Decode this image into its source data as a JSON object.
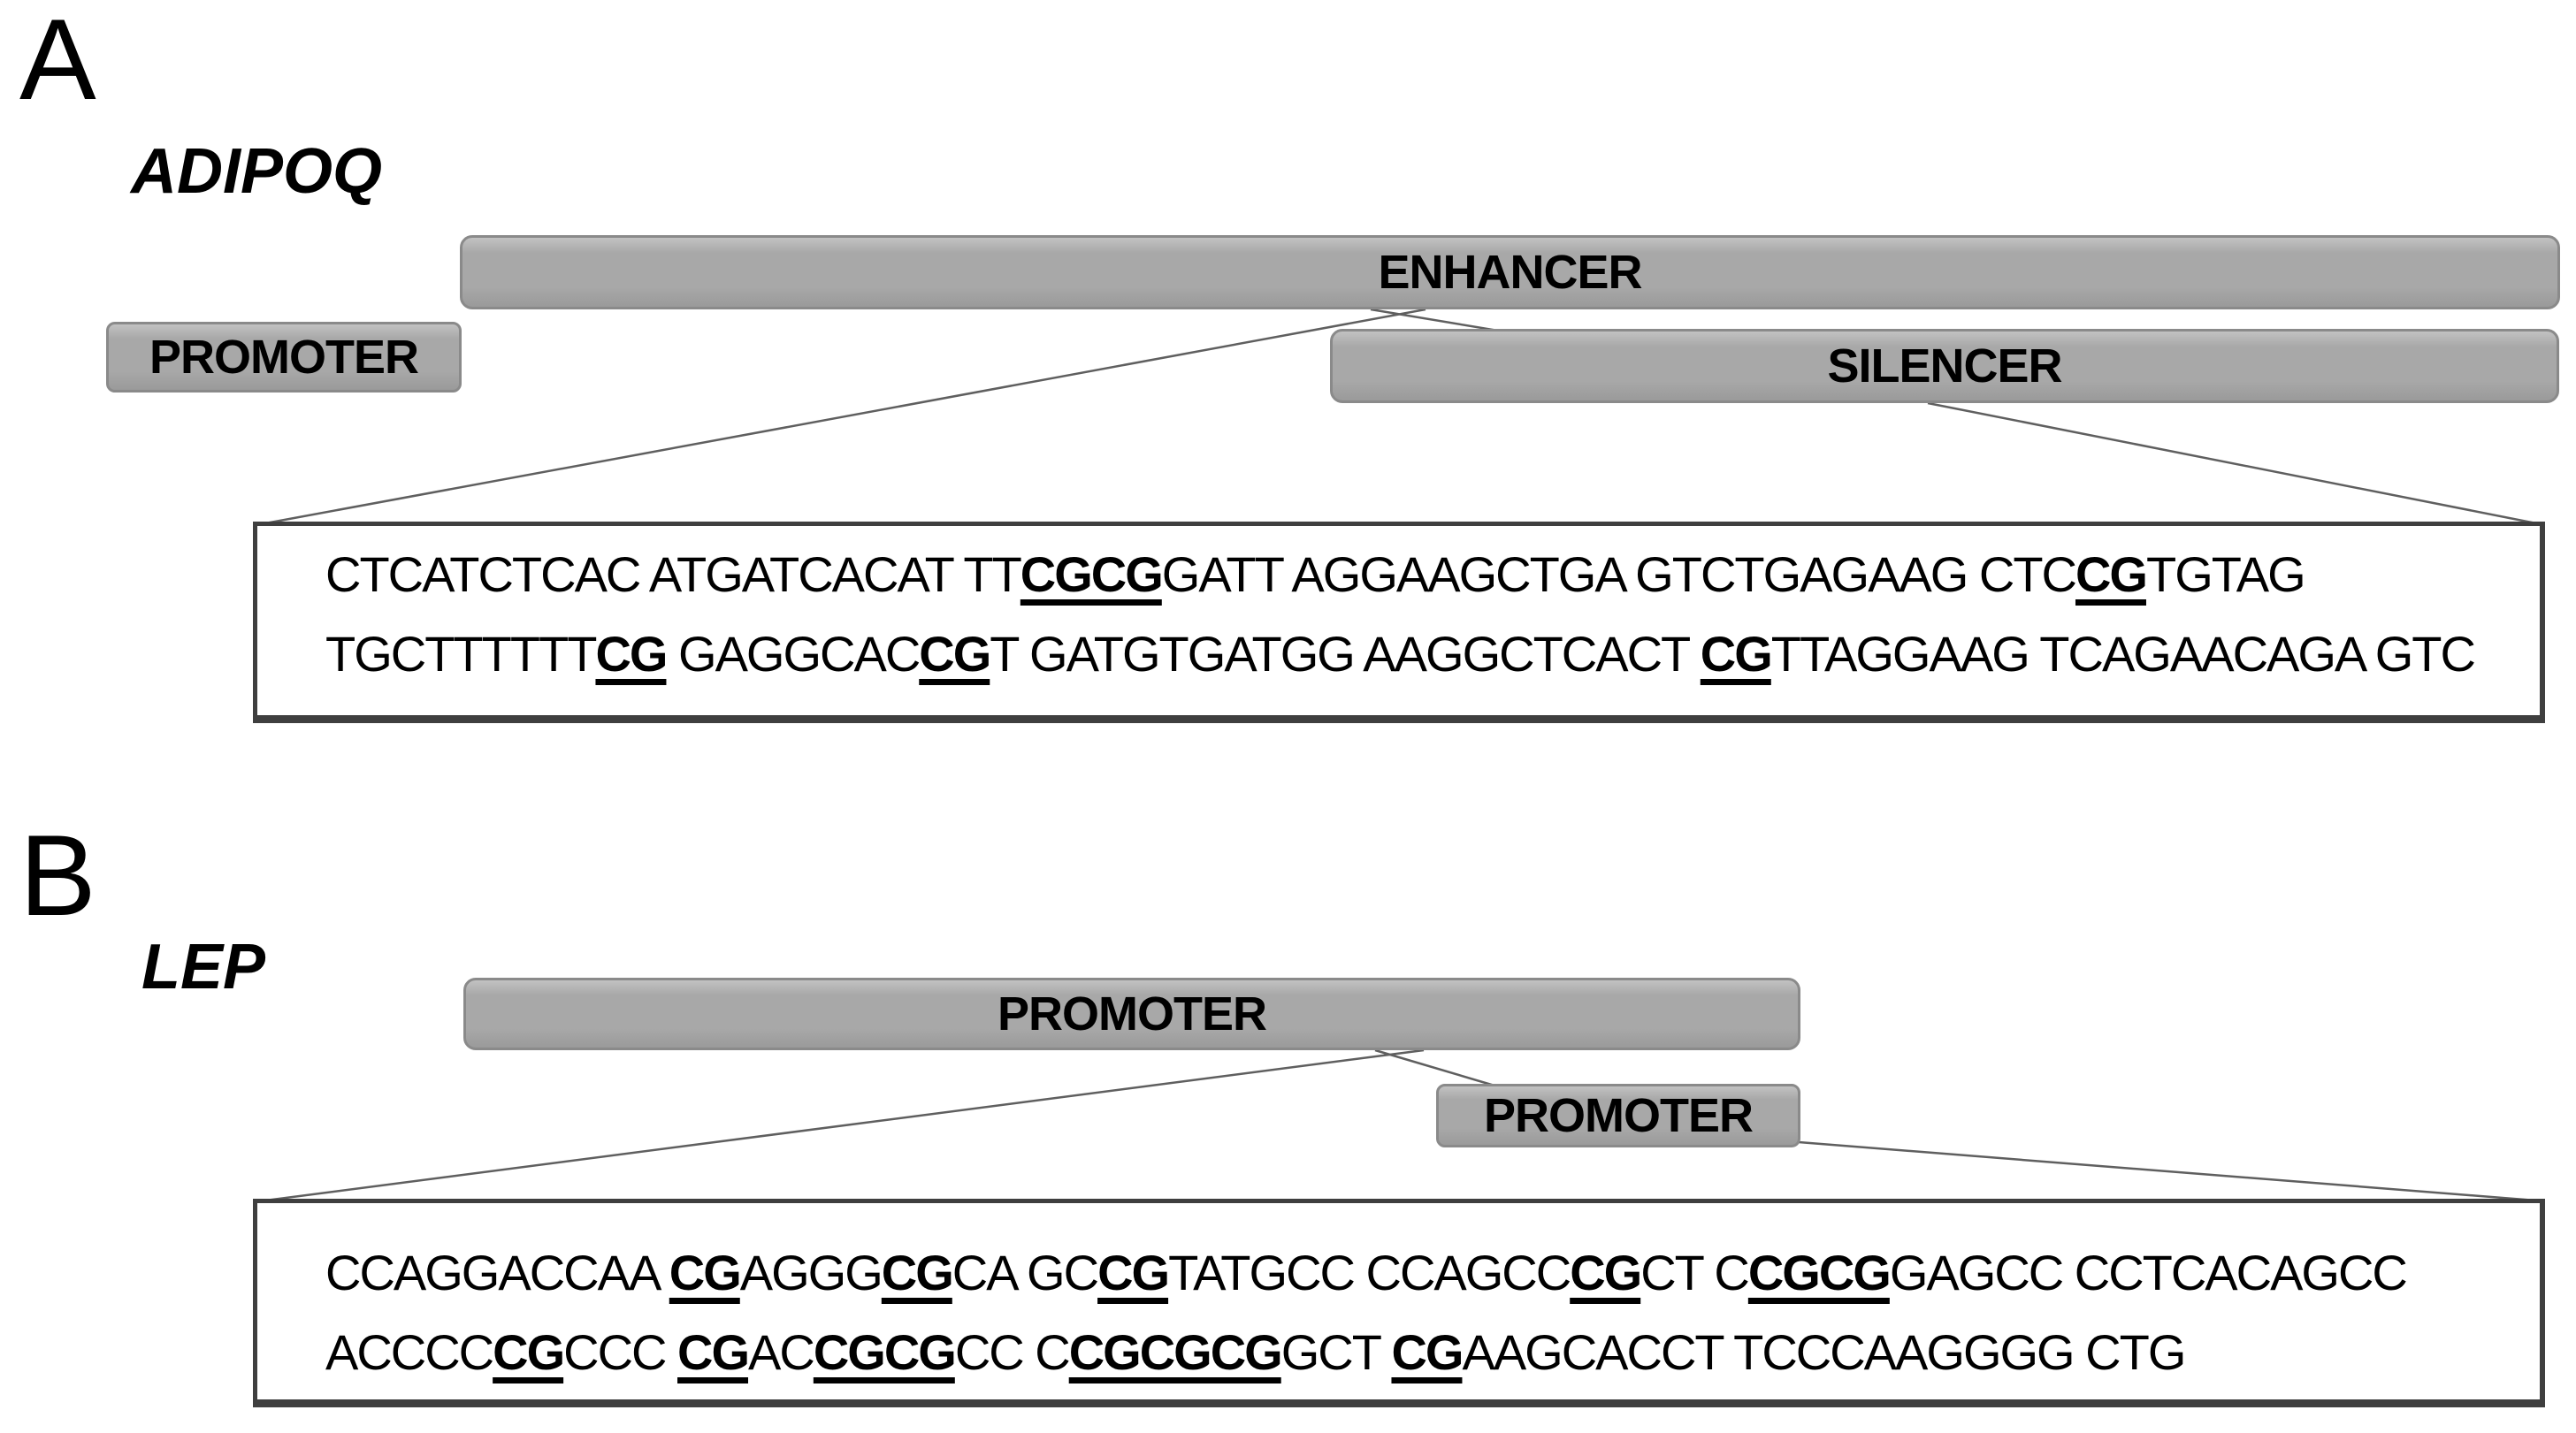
{
  "figure": {
    "panels": [
      {
        "panel_label": "A",
        "gene": "ADIPOQ",
        "regions": {
          "enhancer": "ENHANCER",
          "promoter": "PROMOTER",
          "silencer": "SILENCER"
        },
        "sequence_lines": [
          [
            {
              "t": "CTCATCTCAC ATGATCACAT TT"
            },
            {
              "t": "CGCG",
              "cg": true
            },
            {
              "t": "GATT AGGAAGCTGA GTCTGAGAAG CTC"
            },
            {
              "t": "CG",
              "cg": true
            },
            {
              "t": "TGTAG"
            }
          ],
          [
            {
              "t": "TGCTTTTTT"
            },
            {
              "t": "CG",
              "cg": true
            },
            {
              "t": " GAGGCAC"
            },
            {
              "t": "CG",
              "cg": true
            },
            {
              "t": "T GATGTGATGG AAGGCTCACT "
            },
            {
              "t": "CG",
              "cg": true
            },
            {
              "t": "TTAGGAAG TCAGAACAGA GTC"
            }
          ]
        ]
      },
      {
        "panel_label": "B",
        "gene": "LEP",
        "regions": {
          "promoter_main": "PROMOTER",
          "promoter_proximal": "PROMOTER"
        },
        "sequence_lines": [
          [
            {
              "t": "CCAGGACCAA "
            },
            {
              "t": "CG",
              "cg": true
            },
            {
              "t": "AGGG"
            },
            {
              "t": "CG",
              "cg": true
            },
            {
              "t": "CA GC"
            },
            {
              "t": "CG",
              "cg": true
            },
            {
              "t": "TATGCC CCAGCC"
            },
            {
              "t": "CG",
              "cg": true
            },
            {
              "t": "CT C"
            },
            {
              "t": "CGCG",
              "cg": true
            },
            {
              "t": "GAGCC CCTCACAGCC"
            }
          ],
          [
            {
              "t": "ACCCC"
            },
            {
              "t": "CG",
              "cg": true
            },
            {
              "t": "CCC "
            },
            {
              "t": "CG",
              "cg": true
            },
            {
              "t": "AC"
            },
            {
              "t": "CGCG",
              "cg": true
            },
            {
              "t": "CC C"
            },
            {
              "t": "CGCGCG",
              "cg": true
            },
            {
              "t": "GCT "
            },
            {
              "t": "CG",
              "cg": true
            },
            {
              "t": "AAGCACCT TCCCAAGGGG CTG"
            }
          ]
        ]
      }
    ],
    "colors": {
      "background": "#ffffff",
      "bar_fill": "#a8a8a8",
      "bar_fill_light": "#c2c2c2",
      "bar_fill_dark": "#9a9a9a",
      "bar_border": "#8a8a8a",
      "seq_box_border": "#3f3f3f",
      "connector": "#5f5f5f",
      "text": "#000000"
    }
  }
}
